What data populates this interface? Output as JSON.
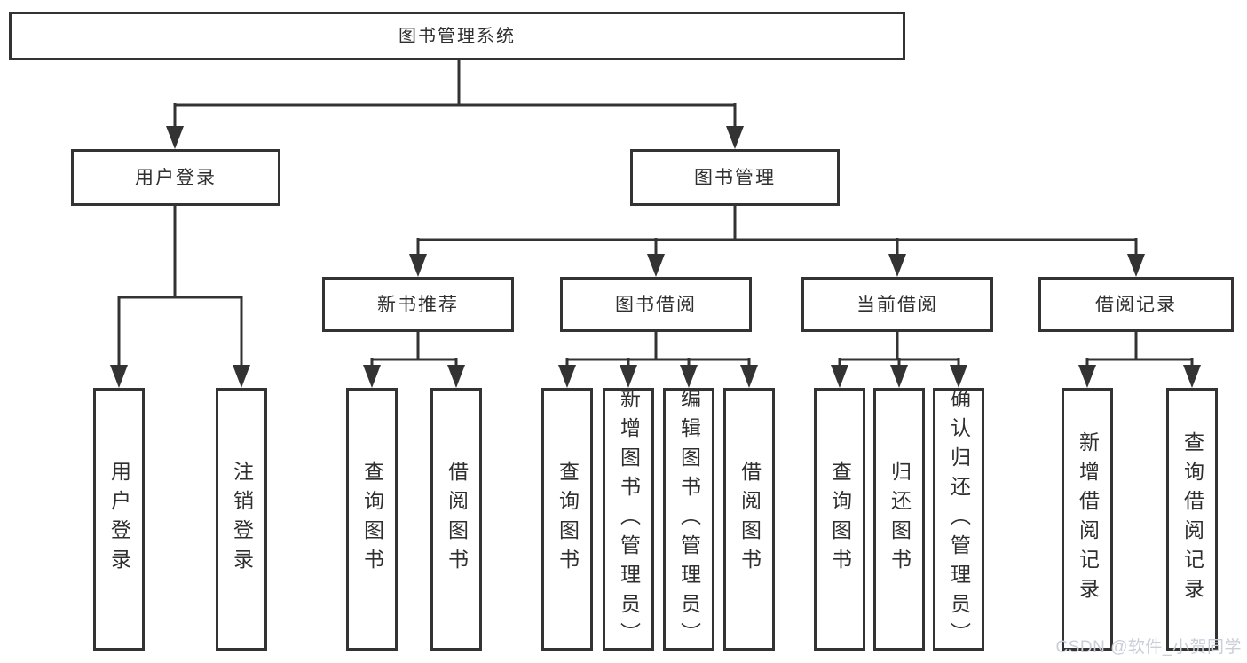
{
  "tree": {
    "label": "图书管理系统",
    "children": [
      {
        "label": "用户登录",
        "children": [
          {
            "label": "用户登录"
          },
          {
            "label": "注销登录"
          }
        ]
      },
      {
        "label": "图书管理",
        "children": [
          {
            "label": "新书推荐",
            "children": [
              {
                "label": "查询图书"
              },
              {
                "label": "借阅图书"
              }
            ]
          },
          {
            "label": "图书借阅",
            "children": [
              {
                "label": "查询图书"
              },
              {
                "label": "新增图书（管理员）"
              },
              {
                "label": "编辑图书（管理员）"
              },
              {
                "label": "借阅图书"
              }
            ]
          },
          {
            "label": "当前借阅",
            "children": [
              {
                "label": "查询图书"
              },
              {
                "label": "归还图书"
              },
              {
                "label": "确认归还（管理员）"
              }
            ]
          },
          {
            "label": "借阅记录",
            "children": [
              {
                "label": "新增借阅记录"
              },
              {
                "label": "查询借阅记录"
              }
            ]
          }
        ]
      }
    ]
  },
  "watermark": {
    "text": "CSDN @软件_小贺同学"
  },
  "colors": {
    "line": "#333333",
    "text": "#2f2f2f",
    "background": "#ffffff",
    "watermark": "#c9ced8"
  }
}
